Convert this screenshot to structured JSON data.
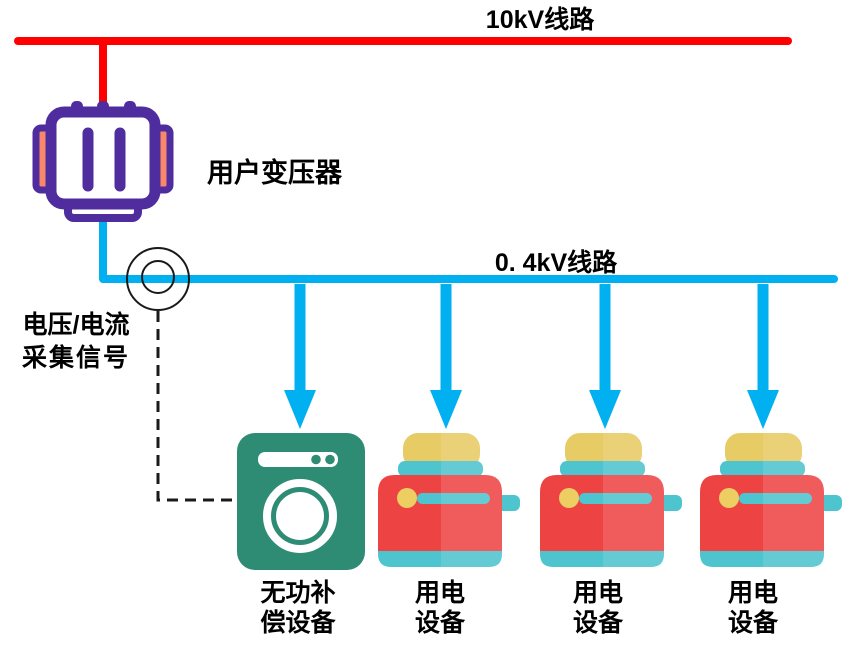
{
  "labels": {
    "hv_line": "10kV线路",
    "lv_line": "0. 4kV线路",
    "transformer": "用户变压器",
    "sensor_line1": "电压/电流",
    "sensor_line2": "采集信号"
  },
  "devices": [
    {
      "name": "reactive-power-compensator",
      "label_line1": "无功补",
      "label_line2": "偿设备"
    },
    {
      "name": "load-1",
      "label_line1": "用电",
      "label_line2": "设备"
    },
    {
      "name": "load-2",
      "label_line1": "用电",
      "label_line2": "设备"
    },
    {
      "name": "load-3",
      "label_line1": "用电",
      "label_line2": "设备"
    }
  ],
  "icons": {
    "transformer": "transformer-icon",
    "current_sensor": "current-sensor-coil-icon",
    "compensator": "washing-machine-icon",
    "load": "toaster-icon",
    "arrow": "down-arrow-icon"
  },
  "colors": {
    "hv_line_red": "#FF0000",
    "lv_line_cyan": "#00B0F0",
    "arrow_cyan": "#00B0F0",
    "transformer_purple": "#4F2D9E",
    "transformer_coil_orange": "#F9886A",
    "compensator_green": "#2E8C75",
    "load_body_red": "#EE4343",
    "load_accent_cyan": "#4EC4CE",
    "load_bread_yellow": "#E7CB64",
    "load_knob_yellow": "#EDCE62",
    "signal_dash_black": "#1A1A1A",
    "text_black": "#000000"
  }
}
